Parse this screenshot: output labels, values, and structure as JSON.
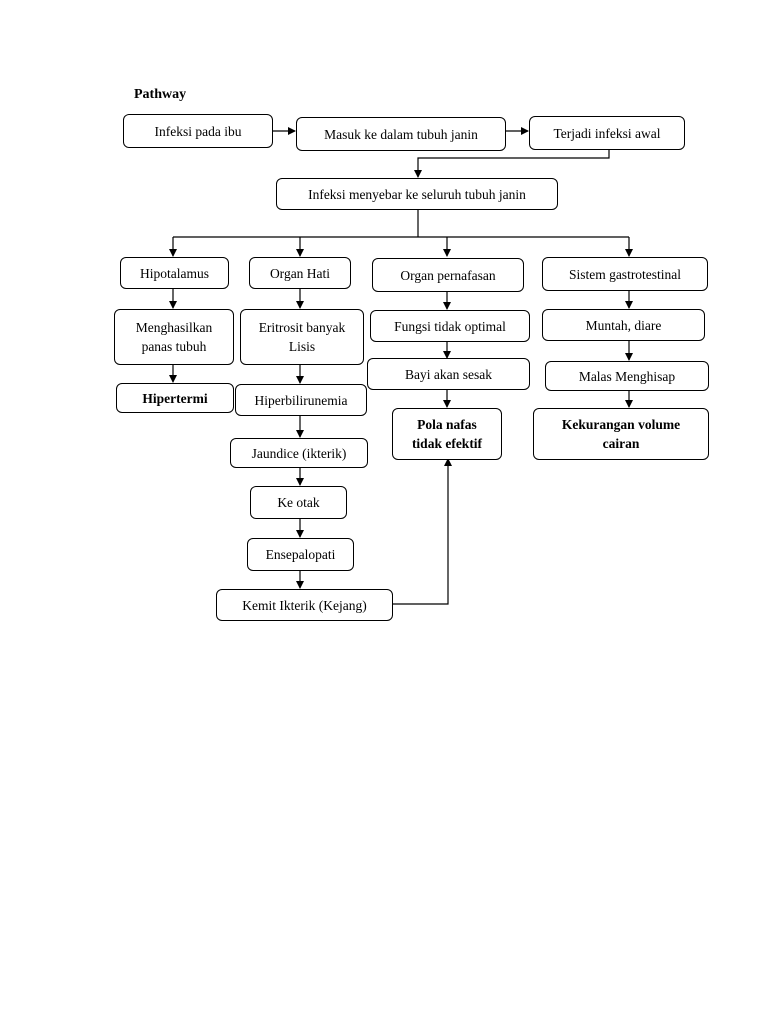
{
  "title": "Pathway",
  "nodes": {
    "infeksi_ibu": "Infeksi pada ibu",
    "masuk_janin": "Masuk ke dalam  tubuh janin",
    "infeksi_awal": "Terjadi infeksi awal",
    "menyebar": "Infeksi menyebar ke seluruh tubuh janin",
    "hipotalamus": "Hipotalamus",
    "organ_hati": "Organ Hati",
    "organ_pernafasan": "Organ pernafasan",
    "gastrotestinal": "Sistem gastrotestinal",
    "panas_tubuh": "Menghasilkan\npanas tubuh",
    "eritrosit": "Eritrosit banyak\nLisis",
    "fungsi": "Fungsi tidak optimal",
    "muntah": "Muntah, diare",
    "hipertermi": "Hipertermi",
    "hiperbilirunemia": "Hiperbilirunemia",
    "sesak": "Bayi akan sesak",
    "malas": "Malas Menghisap",
    "pola_nafas": "Pola nafas\ntidak efektif",
    "kekurangan": "Kekurangan volume\ncairan",
    "jaundice": "Jaundice (ikterik)",
    "ke_otak": "Ke otak",
    "ensepalopati": "Ensepalopati",
    "kemit": "Kemit Ikterik (Kejang)"
  }
}
